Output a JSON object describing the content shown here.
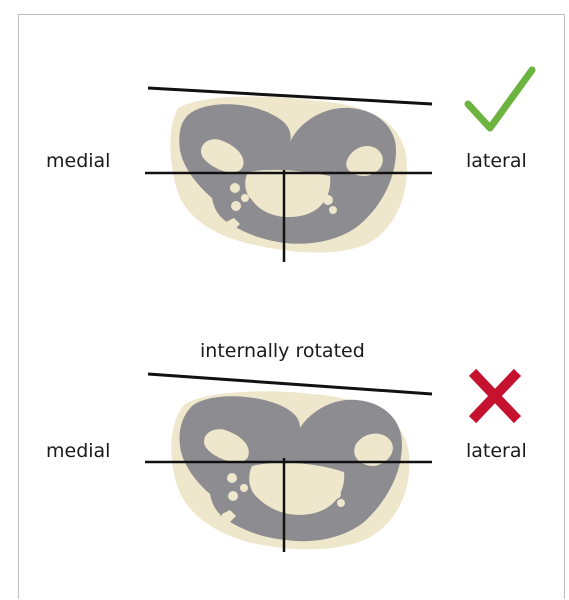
{
  "panels": [
    {
      "caption": "",
      "left_label": "medial",
      "right_label": "lateral",
      "verdict": "check-mark-icon",
      "verdict_color": "#6cb33f"
    },
    {
      "caption": "internally rotated",
      "left_label": "medial",
      "right_label": "lateral",
      "verdict": "x-mark-icon",
      "verdict_color": "#c4122f"
    }
  ],
  "colors": {
    "bone_gray": "#8d8d91",
    "soft_tissue": "#efe7cc",
    "line": "#111111",
    "frame": "#bdbdbd"
  }
}
